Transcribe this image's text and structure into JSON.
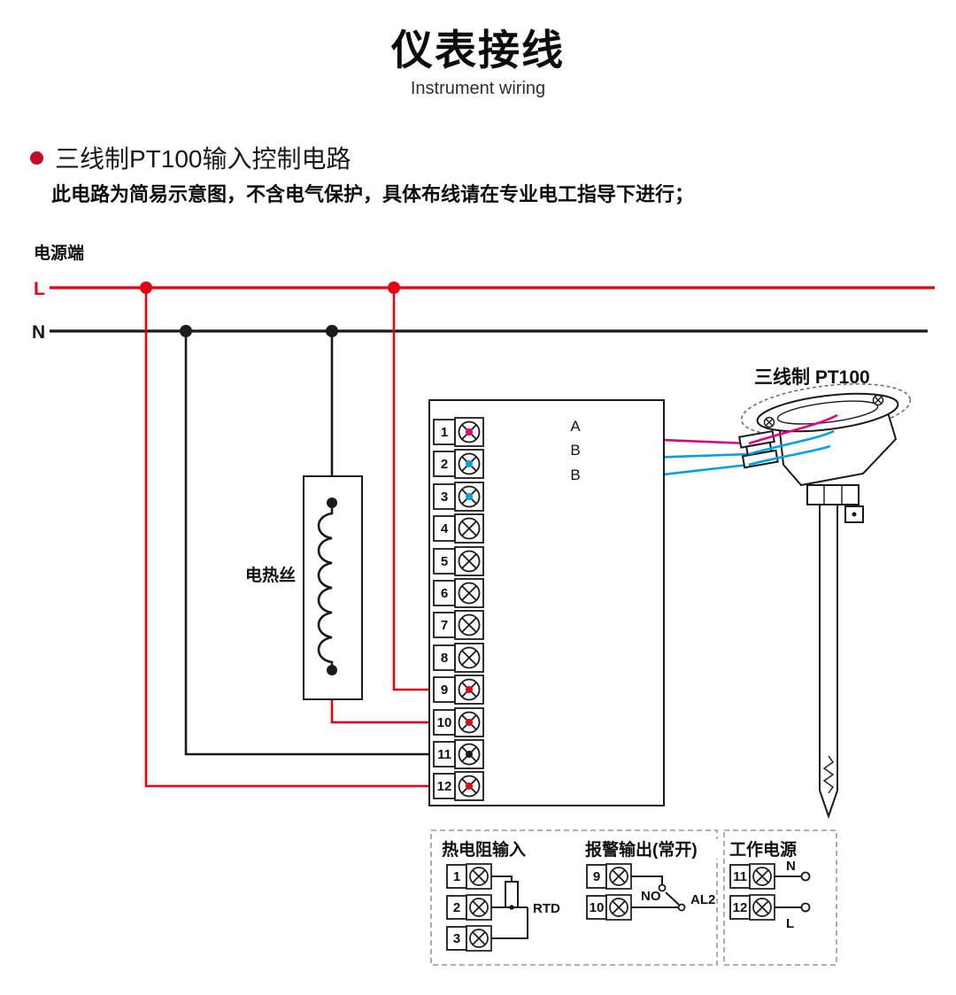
{
  "page": {
    "title": "仪表接线",
    "subtitle": "Instrument wiring"
  },
  "section": {
    "heading": "三线制PT100输入控制电路",
    "note": "此电路为简易示意图，不含电气保护，具体布线请在专业电工指导下进行；"
  },
  "diagram": {
    "power_label": "电源端",
    "line_l": "L",
    "line_n": "N",
    "heater_label": "电热丝",
    "sensor_label": "三线制 PT100",
    "wire_a": "A",
    "wire_b1": "B",
    "wire_b2": "B",
    "terminals": [
      "1",
      "2",
      "3",
      "4",
      "5",
      "6",
      "7",
      "8",
      "9",
      "10",
      "11",
      "12"
    ]
  },
  "legend": {
    "rtd": {
      "title": "热电阻输入",
      "terminals": [
        "1",
        "2",
        "3"
      ],
      "label": "RTD"
    },
    "alarm": {
      "title": "报警输出(常开)",
      "terminals": [
        "9",
        "10"
      ],
      "no_label": "NO",
      "al2_label": "AL2"
    },
    "power": {
      "title": "工作电源",
      "terminals": [
        "11",
        "12"
      ],
      "n_label": "N",
      "l_label": "L"
    }
  },
  "colors": {
    "rail_red": "#e60012",
    "wire_black": "#1a1a1a",
    "wire_magenta": "#e5007f",
    "wire_blue": "#00a0e9",
    "bullet_red": "#c30d23"
  }
}
